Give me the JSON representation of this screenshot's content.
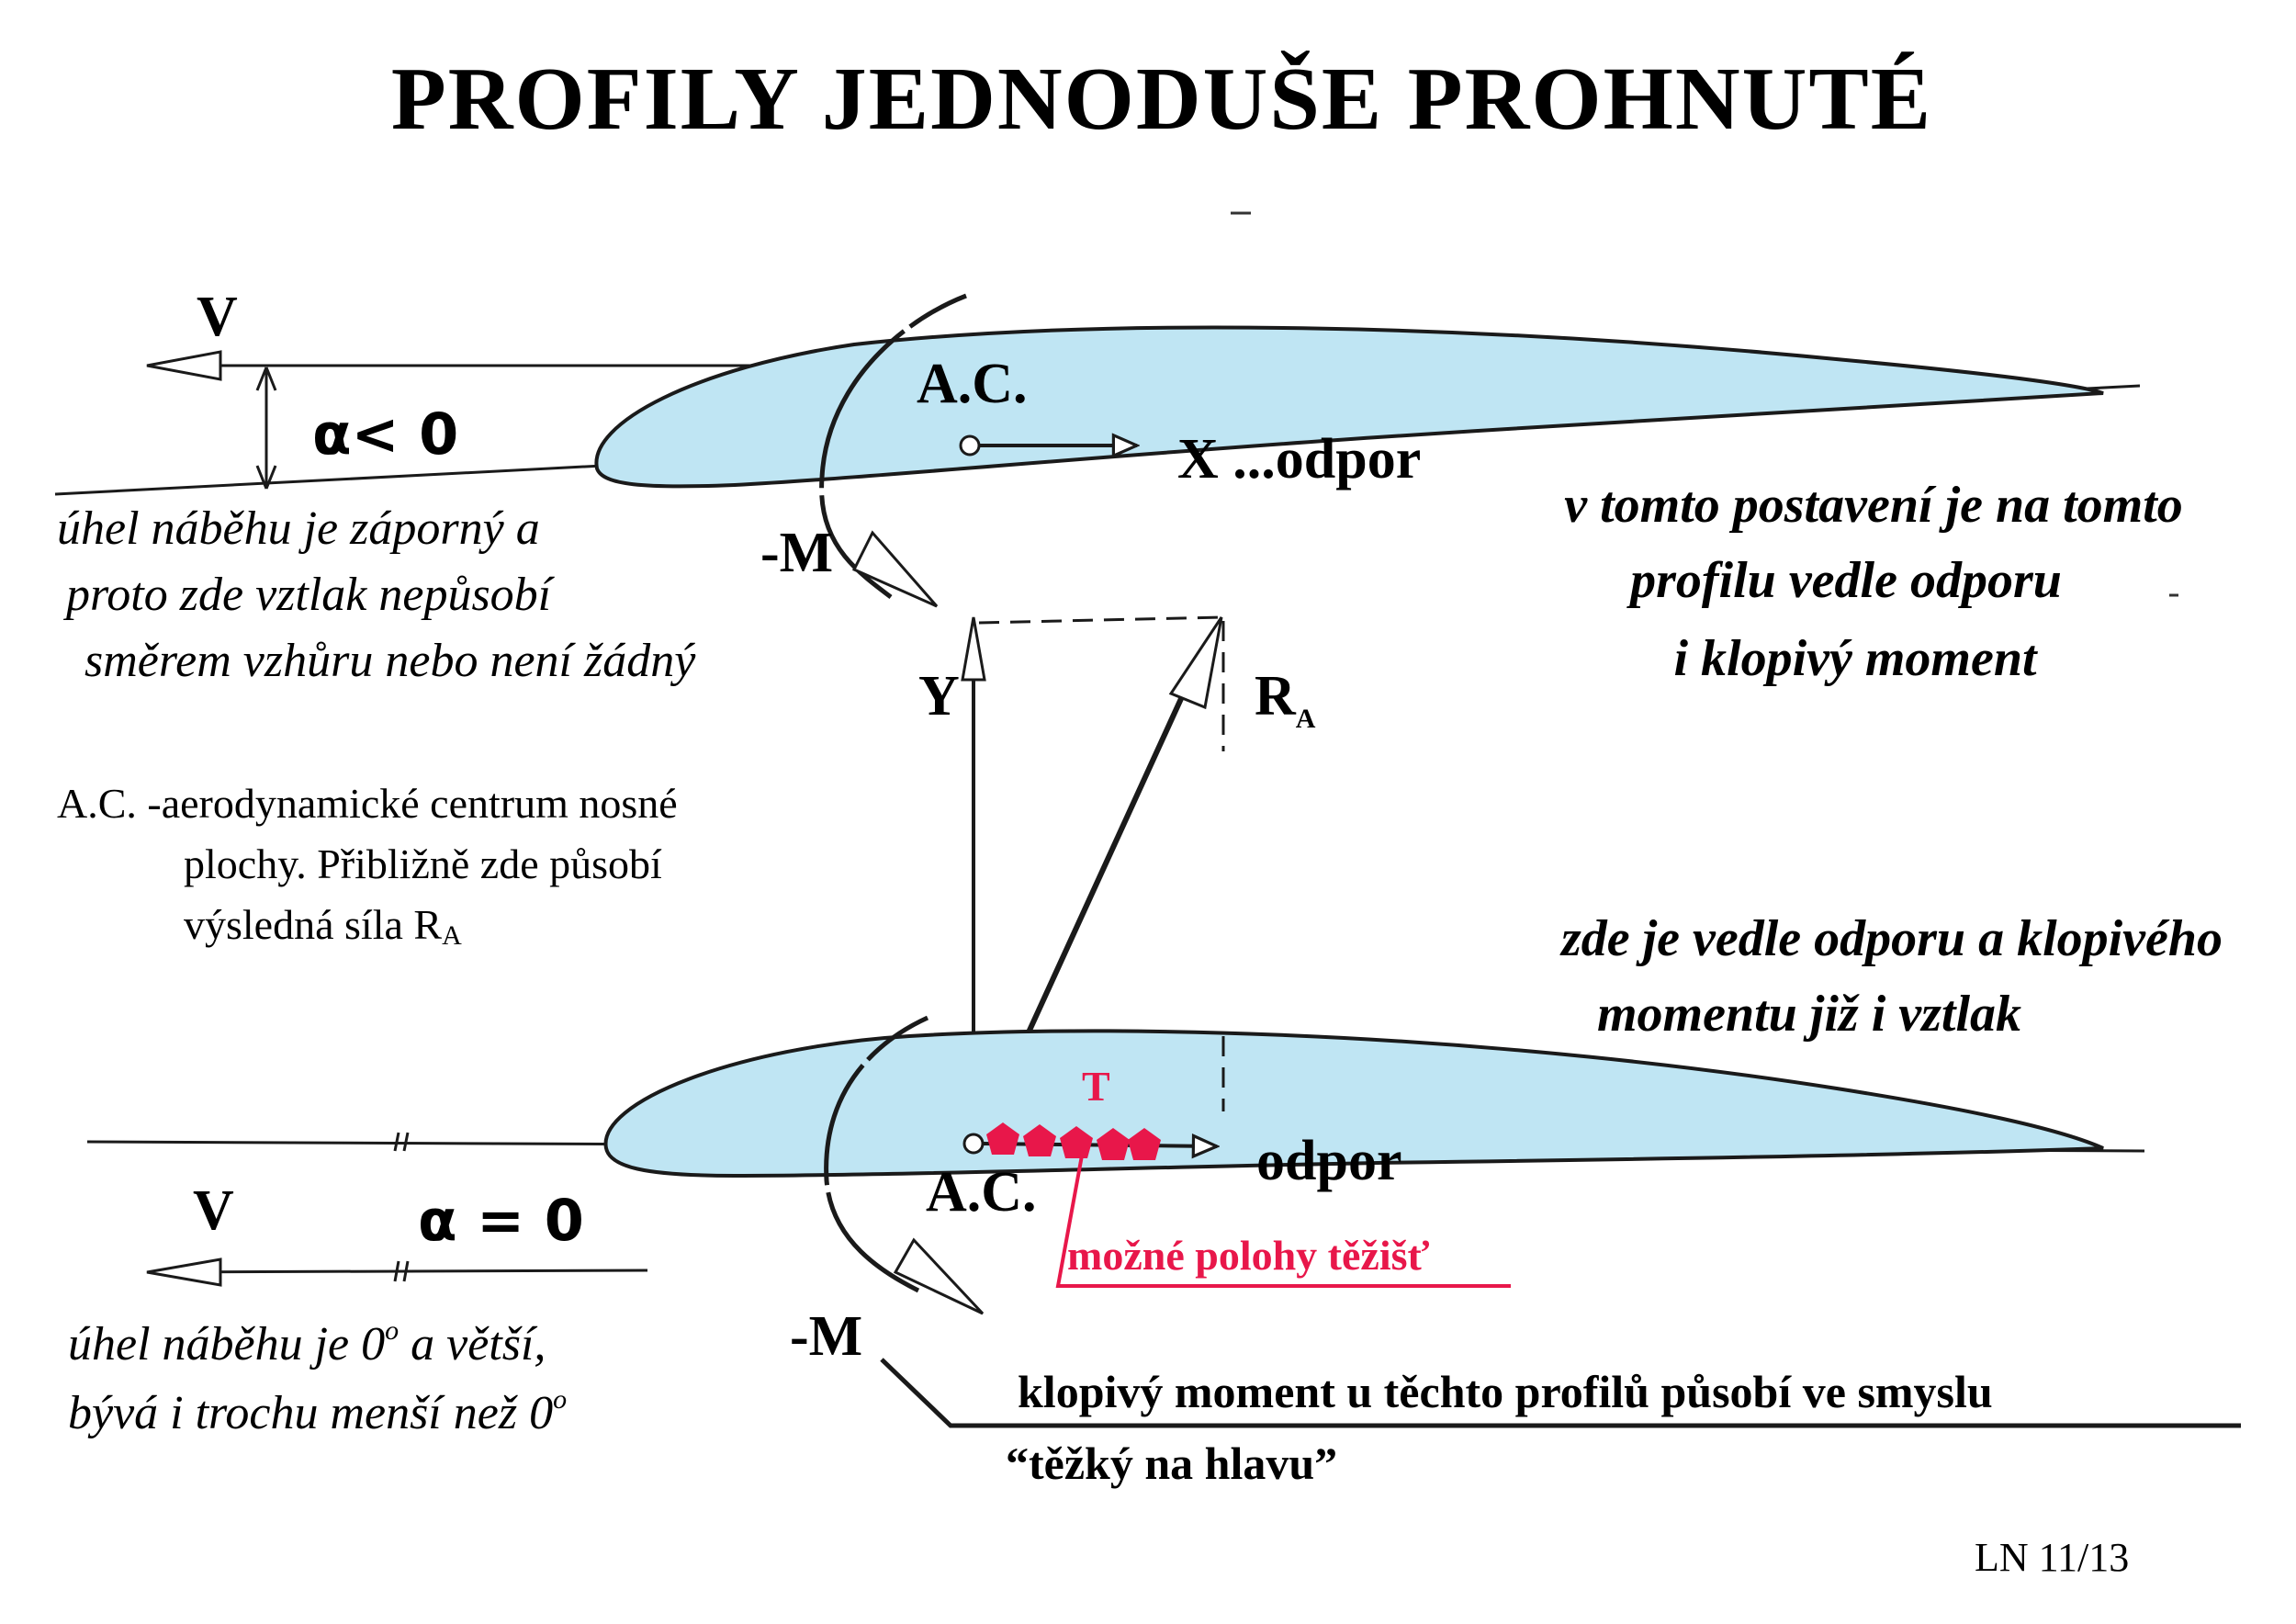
{
  "title": "PROFILY JEDNODUŠE PROHNUTÉ",
  "colors": {
    "airfoil_fill": "#bfe5f3",
    "stroke": "#1a1a1a",
    "accent_red": "#e8174a"
  },
  "top_profile": {
    "velocity": "V",
    "alpha": "α< 0",
    "ac": "A.C.",
    "drag": "X ...odpor",
    "moment": "-M",
    "caption": [
      "úhel náběhu je záporný a",
      "proto zde vztlak nepůsobí",
      "směrem vzhůru nebo není žádný"
    ],
    "note": [
      "v tomto postavení je na tomto",
      "profilu vedle odporu",
      "i klopivý  moment"
    ]
  },
  "forces": {
    "lift": "Y",
    "resultant": "R",
    "resultant_sub": "A"
  },
  "ac_definition": {
    "line1": "A.C. -aerodynamické centrum nosné",
    "line2": "plochy. Přibližně zde působí",
    "line3_prefix": "výsledná síla R",
    "line3_sub": "A"
  },
  "bottom_profile": {
    "note": [
      "zde je vedle odporu a klopivého",
      "momentu již i vztlak"
    ],
    "cg": "T",
    "ac": "A.C.",
    "drag": "odpor",
    "cg_positions": "možné polohy těžišť",
    "velocity": "V",
    "alpha": "α = 0",
    "moment": "-M",
    "caption_line1_prefix": "úhel náběhu je 0",
    "caption_line1_sup": "o",
    "caption_line1_suffix": " a větší,",
    "caption_line2_prefix": "bývá i trochu menší než 0",
    "caption_line2_sup": "o",
    "moment_note_line1": "klopivý  moment u těchto profilů působí ve smyslu",
    "moment_note_line2": "“těžký na hlavu”"
  },
  "page_number": "LN 11/13"
}
